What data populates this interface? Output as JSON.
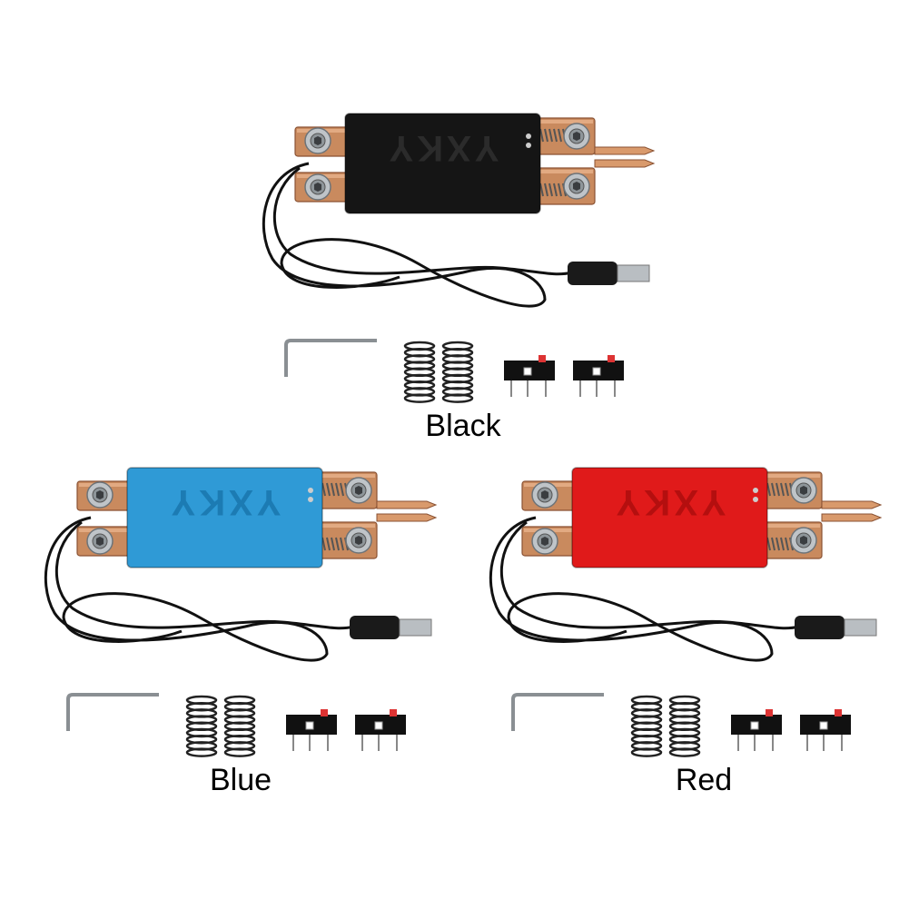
{
  "brand": "YXKY",
  "variants": [
    {
      "id": "black",
      "label": "Black",
      "body_color": "#151515",
      "emboss_color": "#2b2b2b"
    },
    {
      "id": "blue",
      "label": "Blue",
      "body_color": "#2f9ad6",
      "emboss_color": "#1c7bb3"
    },
    {
      "id": "red",
      "label": "Red",
      "body_color": "#e01a1a",
      "emboss_color": "#b40f0f"
    }
  ],
  "accessories": [
    "hex-key",
    "spring",
    "spring",
    "micro-switch",
    "micro-switch"
  ]
}
